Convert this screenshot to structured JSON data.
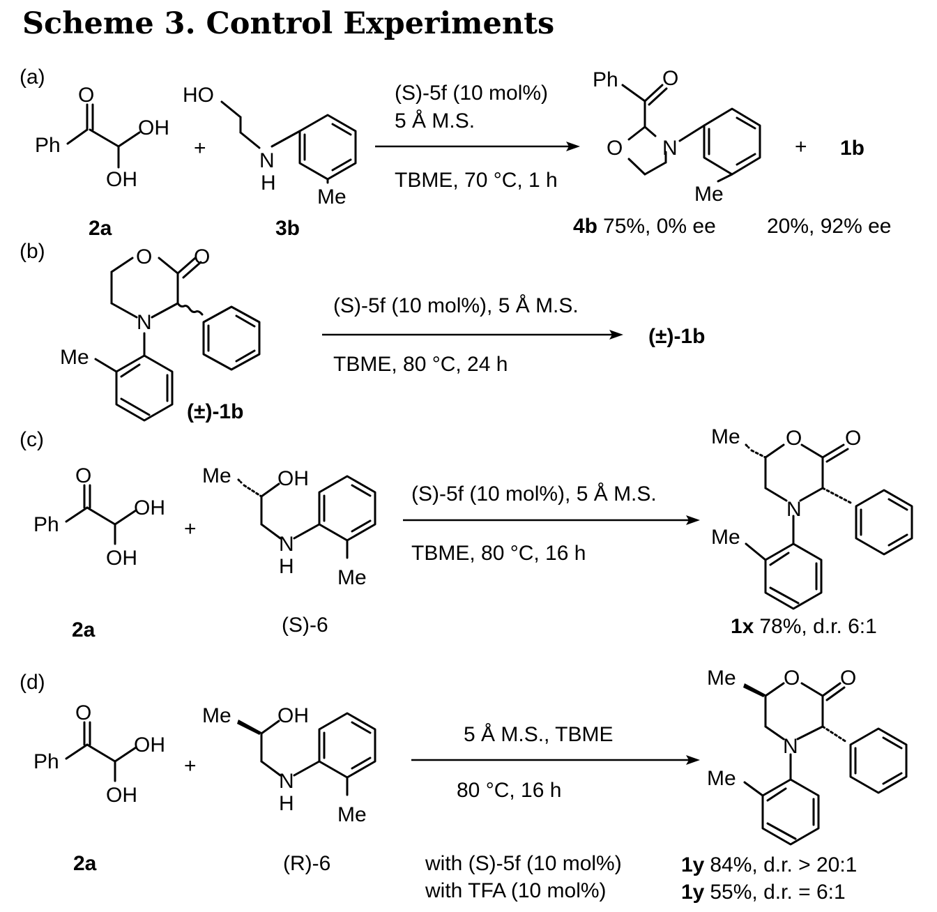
{
  "title": "Scheme 3. Control Experiments",
  "panels": {
    "a": {
      "tag": "(a)",
      "compound_2a": "2a",
      "plus1": "+",
      "compound_3b": "3b",
      "cond_top_1": "(S)-5f (10 mol%)",
      "cond_top_2": "5 Å M.S.",
      "cond_bottom": "TBME, 70 °C, 1 h",
      "product_4b": "4b",
      "product_4b_result": "75%, 0% ee",
      "plus2": "+",
      "product_1b": "1b",
      "product_1b_result": "20%, 92% ee"
    },
    "b": {
      "tag": "(b)",
      "substrate": "(±)-1b",
      "cond_top": "(S)-5f (10 mol%), 5 Å M.S.",
      "cond_bottom": "TBME, 80 °C, 24 h",
      "product": "(±)-1b"
    },
    "c": {
      "tag": "(c)",
      "compound_2a": "2a",
      "plus": "+",
      "compound_6": "(S)-6",
      "cond_top": "(S)-5f (10 mol%), 5 Å M.S.",
      "cond_bottom": "TBME, 80 °C, 16 h",
      "product": "1x",
      "product_result": "78%, d.r. 6:1"
    },
    "d": {
      "tag": "(d)",
      "compound_2a": "2a",
      "plus": "+",
      "compound_6": "(R)-6",
      "cond_top": "5 Å M.S., TBME",
      "cond_bottom": "80 °C, 16 h",
      "with_1": "with (S)-5f (10 mol%)",
      "with_2": "with TFA (10 mol%)",
      "result_1_cmpd": "1y",
      "result_1": "84%, d.r. > 20:1",
      "result_2_cmpd": "1y",
      "result_2": "55%, d.r. = 6:1"
    }
  },
  "atoms": {
    "O": "O",
    "OH": "OH",
    "HO": "HO",
    "Ph": "Ph",
    "N": "N",
    "H": "H",
    "Me": "Me"
  }
}
